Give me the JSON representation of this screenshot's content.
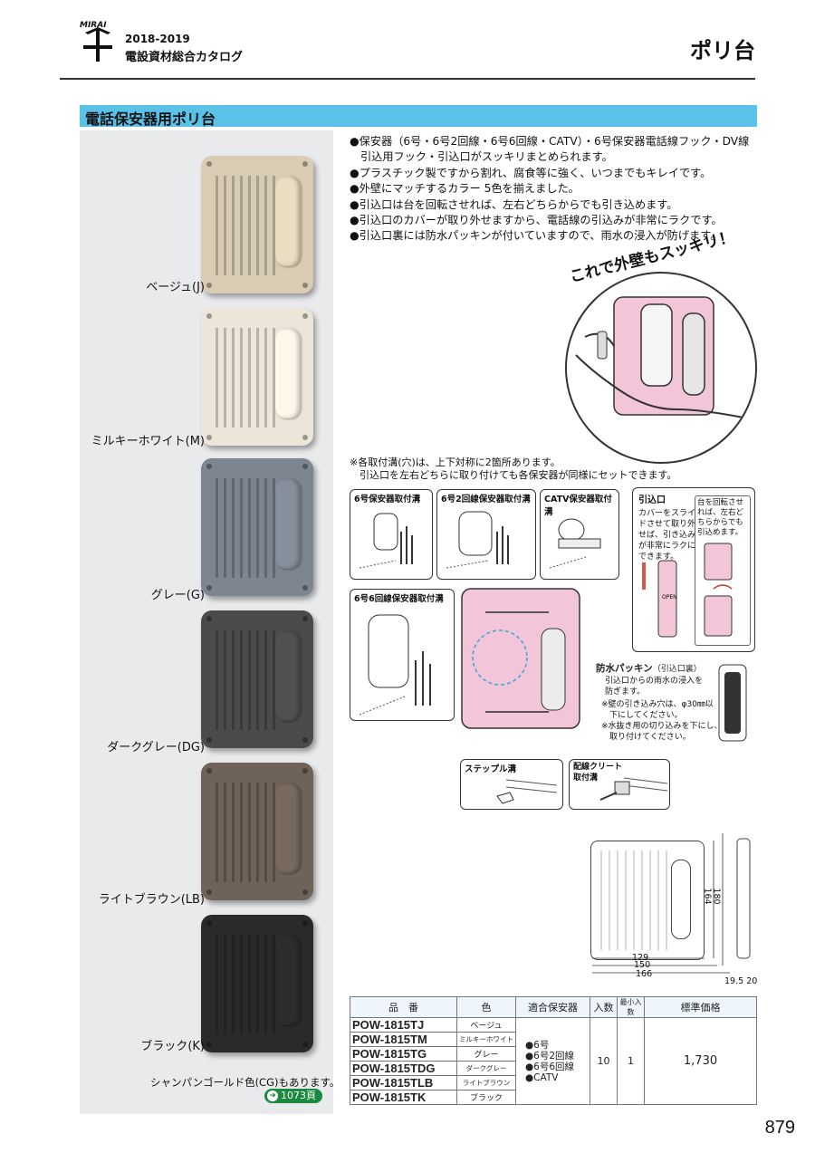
{
  "header": {
    "brand": "MIRAI",
    "year": "2018-2019",
    "catalog_title": "電設資材総合カタログ",
    "page_title": "ポリ台"
  },
  "section_title": "電話保安器用ポリ台",
  "features": [
    "保安器（6号・6号2回線・6号6回線・CATV）・6号保安器電話線フック・DV線引込用フック・引込口がスッキリまとめられます。",
    "プラスチック製ですから割れ、腐食等に強く、いつまでもキレイです。",
    "外壁にマッチするカラー 5色を揃えました。",
    "引込口は台を回転させれば、左右どちらからでも引き込めます。",
    "引込口のカバーが取り外せますから、電話線の引込みが非常にラクです。",
    "引込口裏には防水パッキンが付いていますので、雨水の浸入が防げます。"
  ],
  "colors": [
    {
      "label": "ベージュ(J)",
      "hex": "#d8cdb4"
    },
    {
      "label": "ミルキーホワイト(M)",
      "hex": "#ebe6d9"
    },
    {
      "label": "グレー(G)",
      "hex": "#7c8590"
    },
    {
      "label": "ダークグレー(DG)",
      "hex": "#4a4b4d"
    },
    {
      "label": "ライトブラウン(LB)",
      "hex": "#6f6258"
    },
    {
      "label": "ブラック(K)",
      "hex": "#2a2a2b"
    }
  ],
  "gold_note": "シャンパンゴールド色(CG)もあります。",
  "ref_page": "1073頁",
  "callout": "これで外壁もスッキリ！",
  "mount_note": [
    "※各取付溝(穴)は、上下対称に2箇所あります。",
    "　引込口を左右どちらに取り付けても各保安器が同様にセットできます。"
  ],
  "diagram": {
    "box1": "6号保安器取付溝",
    "box2": "6号2回線保安器取付溝",
    "box3": "CATV保安器取付溝",
    "box4": "6号6回線保安器取付溝",
    "inlet_title": "引込口",
    "inlet_text": [
      "カバーをスライ",
      "ドさせて取り外",
      "せば、引き込み",
      "が非常にラクに",
      "できます。"
    ],
    "rotate_text": [
      "台を回転させ",
      "れば、左右ど",
      "ちらからでも",
      "引込めます。"
    ],
    "open_label": "OPEN",
    "packing_title": "防水パッキン",
    "packing_sub": "（引込口裏）",
    "packing_text": [
      "引込口からの雨水の浸入を",
      "防ぎます。"
    ],
    "packing_note1": [
      "※壁の引き込み穴は、φ30㎜以",
      "　下にしてください。"
    ],
    "packing_note2": [
      "※水抜き用の切り込みを下にし、",
      "　取り付けてください。"
    ],
    "staple": "ステップル溝",
    "cleat": [
      "配線クリート",
      "取付溝"
    ]
  },
  "dimensions": {
    "w1": "129",
    "w2": "150",
    "w3": "166",
    "h1": "164",
    "h2": "180",
    "d1": "19.5",
    "d2": "20"
  },
  "table": {
    "headers": [
      "品　番",
      "色",
      "適合保安器",
      "入数",
      "最小入数",
      "標準価格"
    ],
    "rows": [
      {
        "code": "POW-1815TJ",
        "color": "ベージュ"
      },
      {
        "code": "POW-1815TM",
        "color": "ミルキーホワイト"
      },
      {
        "code": "POW-1815TG",
        "color": "グレー"
      },
      {
        "code": "POW-1815TDG",
        "color": "ダークグレー"
      },
      {
        "code": "POW-1815TLB",
        "color": "ライトブラウン"
      },
      {
        "code": "POW-1815TK",
        "color": "ブラック"
      }
    ],
    "protectors": [
      "●6号",
      "●6号2回線",
      "●6号6回線",
      "●CATV"
    ],
    "qty": "10",
    "min_qty": "1",
    "price": "1,730"
  },
  "page_number": "879"
}
